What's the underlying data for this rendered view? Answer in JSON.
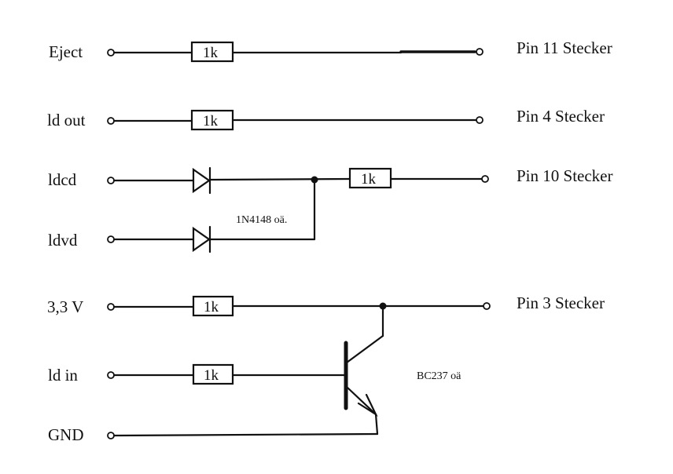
{
  "inputs": {
    "eject": "Eject",
    "ld_out": "ld out",
    "ldcd": "ldcd",
    "ldvd": "ldvd",
    "v33": "3,3 V",
    "ld_in": "ld in",
    "gnd": "GND"
  },
  "outputs": {
    "pin11": "Pin 11 Stecker",
    "pin4": "Pin  4  Stecker",
    "pin10": "Pin 10 Stecker",
    "pin3": "Pin   3 Stecker"
  },
  "resistor_value": "1k",
  "diode_label": "1N4148 oä.",
  "transistor_label": "BC237 oä"
}
